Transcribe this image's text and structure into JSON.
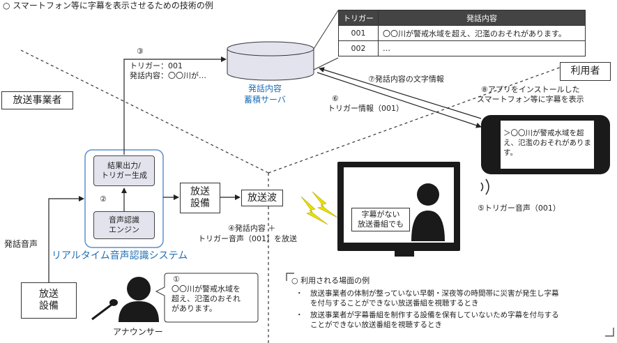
{
  "title": "○ スマートフォン等に字幕を表示させるための技術の例",
  "broadcaster_label": "放送事業者",
  "user_label": "利用者",
  "server": {
    "label1": "発話内容",
    "label2": "蓄積サーバ"
  },
  "table": {
    "headers": [
      "トリガー",
      "発話内容"
    ],
    "rows": [
      [
        "001",
        "〇〇川が警戒水域を超え、氾濫のおそれがあります。"
      ],
      [
        "002",
        "…"
      ]
    ]
  },
  "step3": {
    "num": "③",
    "line1": "トリガー：001",
    "line2": "発話内容：〇〇川が…"
  },
  "step7": "⑦発話内容の文字情報",
  "step6": {
    "num": "⑥",
    "text": "トリガー情報（001）"
  },
  "step8": {
    "line1": "⑧アプリをインストールした",
    "line2": "スマートフォン等に字幕を表示"
  },
  "phone_text": "＞〇〇川が警戒水域を超え、氾濫のおそれがあります。",
  "system": {
    "box1": [
      "結果出力/",
      "トリガー生成"
    ],
    "step2": "②",
    "box2": [
      "音声認識",
      "エンジン"
    ],
    "label": "リアルタイム音声認識システム"
  },
  "broadcast_equipment": [
    "放送",
    "設備"
  ],
  "broadcast_wave": "放送波",
  "step4": {
    "line1": "④発話内容 ＋",
    "line2": "トリガー音声（001）を放送"
  },
  "tv_text": [
    "字幕がない",
    "放送番組でも"
  ],
  "step5": "⑤トリガー音声（001）",
  "speech_audio": "発話音声",
  "studio_equipment": [
    "放送",
    "設備"
  ],
  "announcer": "アナウンサー",
  "bubble": {
    "num": "①",
    "text": [
      "〇〇川が警戒水域を",
      "超え、氾濫のおそれ",
      "があります。"
    ]
  },
  "usage": {
    "title": "○ 利用される場面の例",
    "items": [
      [
        "・　放送事業者の体制が整っていない早朝・深夜等の時間帯に災害が発生し字幕",
        "　　を付与することができない放送番組を視聴するとき"
      ],
      [
        "・　放送事業者が字幕番組を制作する設備を保有していないため字幕を付与する",
        "　　ことができない放送番組を視聴するとき"
      ]
    ]
  },
  "colors": {
    "accent_blue": "#1e6fb5",
    "system_border": "#5b8fd0",
    "inner_box": "#e3e3ee",
    "lightning": "#e8e000"
  }
}
